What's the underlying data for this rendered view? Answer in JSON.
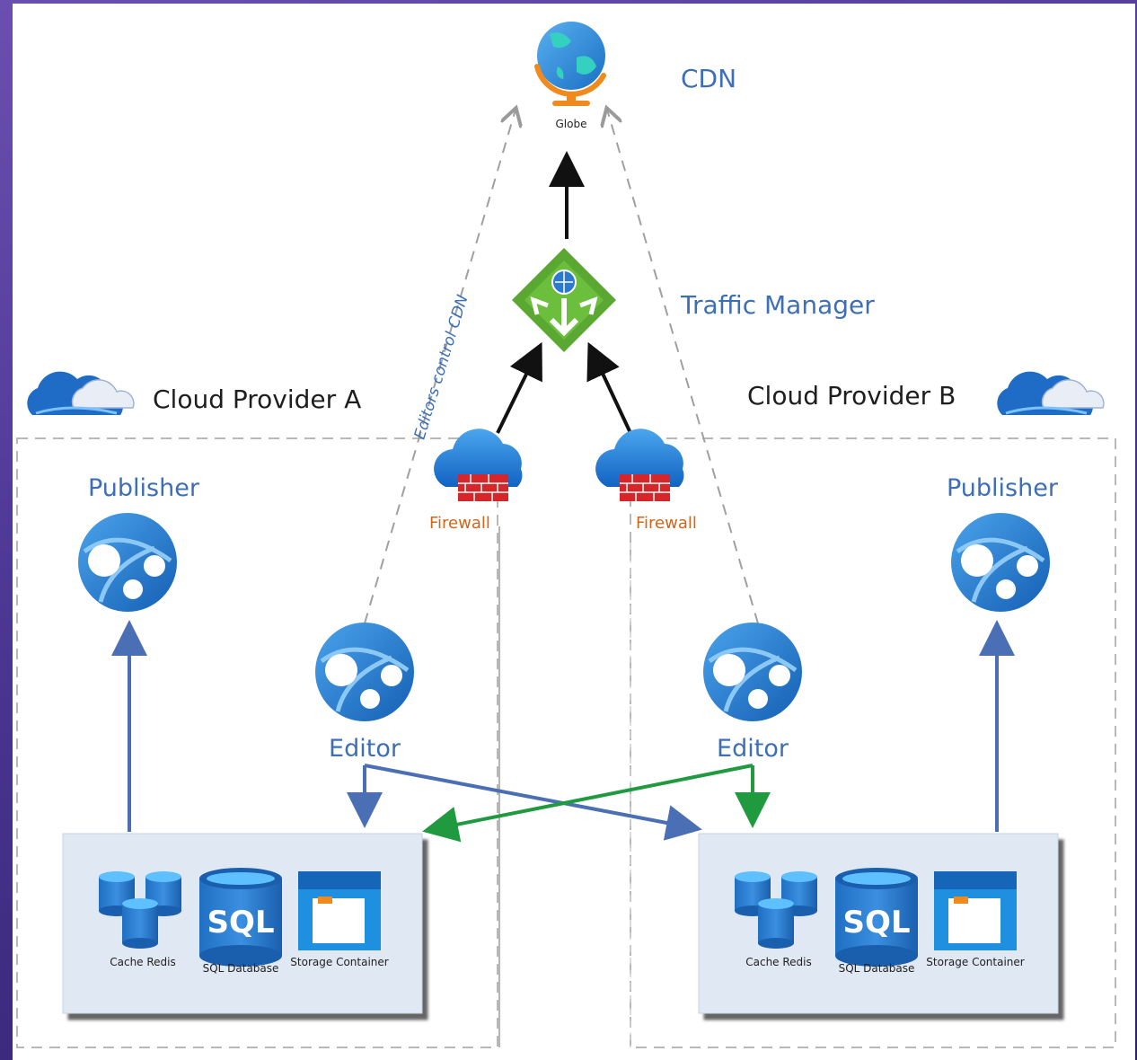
{
  "labels": {
    "cdn": "CDN",
    "globe": "Globe",
    "traffic_manager": "Traffic Manager",
    "editors_control_cdn": "Editors control CDN",
    "provider_a": "Cloud Provider A",
    "provider_b": "Cloud Provider B",
    "publisher_a": "Publisher",
    "publisher_b": "Publisher",
    "editor_a": "Editor",
    "editor_b": "Editor",
    "firewall_a": "Firewall",
    "firewall_b": "Firewall"
  },
  "resources_a": {
    "cache": "Cache Redis",
    "sql_text": "SQL",
    "sql": "SQL Database",
    "storage": "Storage Container"
  },
  "resources_b": {
    "cache": "Cache Redis",
    "sql_text": "SQL",
    "sql": "SQL Database",
    "storage": "Storage Container"
  },
  "colors": {
    "accent_blue": "#3d6fb6",
    "arrow_blue": "#4a6fb5",
    "arrow_green": "#1f9a3f",
    "firewall_text": "#d0661a",
    "diamond_green": "#5aa832"
  }
}
